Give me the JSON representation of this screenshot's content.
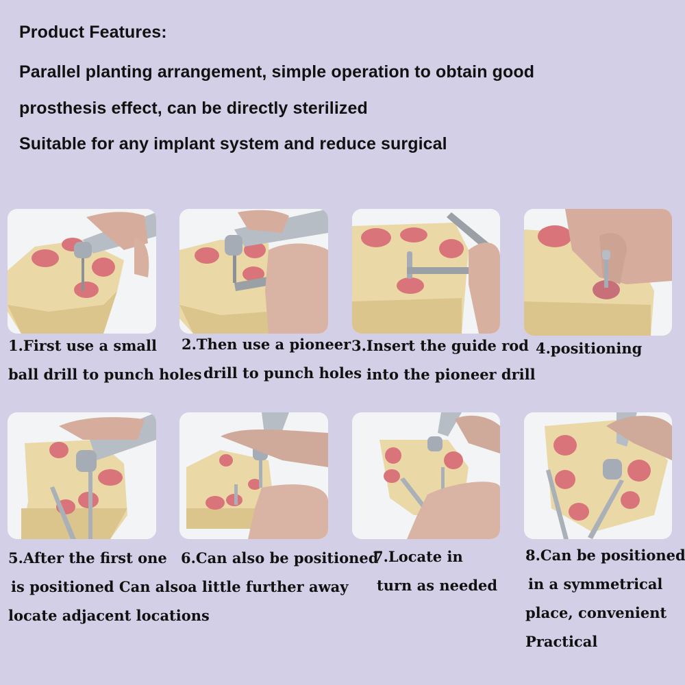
{
  "header": {
    "title": "Product Features:",
    "lines": [
      "Parallel planting arrangement, simple operation to obtain good",
      "prosthesis effect, can be directly sterilized",
      "Suitable for any implant system and reduce surgical"
    ]
  },
  "colors": {
    "background": "#d3cfe6",
    "text": "#111111",
    "model_plaster": "#ecdcaa",
    "gum_pink": "#d9747a",
    "instrument_steel": "#a9b0b8",
    "skin": "#d8b0a0"
  },
  "steps": [
    {
      "number": 1,
      "image": "ball-drill-punching-holes-photo",
      "caption_lines": [
        "1.First use a small",
        "ball drill to punch holes"
      ]
    },
    {
      "number": 2,
      "image": "pioneer-drill-punching-holes-photo",
      "caption_lines": [
        "2.Then use a pioneer",
        "drill to punch holes"
      ]
    },
    {
      "number": 3,
      "image": "guide-rod-insertion-photo",
      "caption_lines": [
        "3.Insert the guide rod",
        "into the pioneer drill"
      ]
    },
    {
      "number": 4,
      "image": "positioning-photo",
      "caption_lines": [
        "4.positioning"
      ]
    },
    {
      "number": 5,
      "image": "adjacent-location-photo",
      "caption_lines": [
        "5.After the first one",
        "is positioned Can also",
        "locate adjacent locations"
      ]
    },
    {
      "number": 6,
      "image": "further-away-positioning-photo",
      "caption_lines": [
        "6.Can also be positioned",
        "a little further away"
      ]
    },
    {
      "number": 7,
      "image": "locate-in-turn-photo",
      "caption_lines": [
        "7.Locate in",
        "turn as needed"
      ]
    },
    {
      "number": 8,
      "image": "symmetrical-positioning-photo",
      "caption_lines": [
        "8.Can be positioned",
        "in a symmetrical",
        "place, convenient",
        "Practical"
      ]
    }
  ]
}
